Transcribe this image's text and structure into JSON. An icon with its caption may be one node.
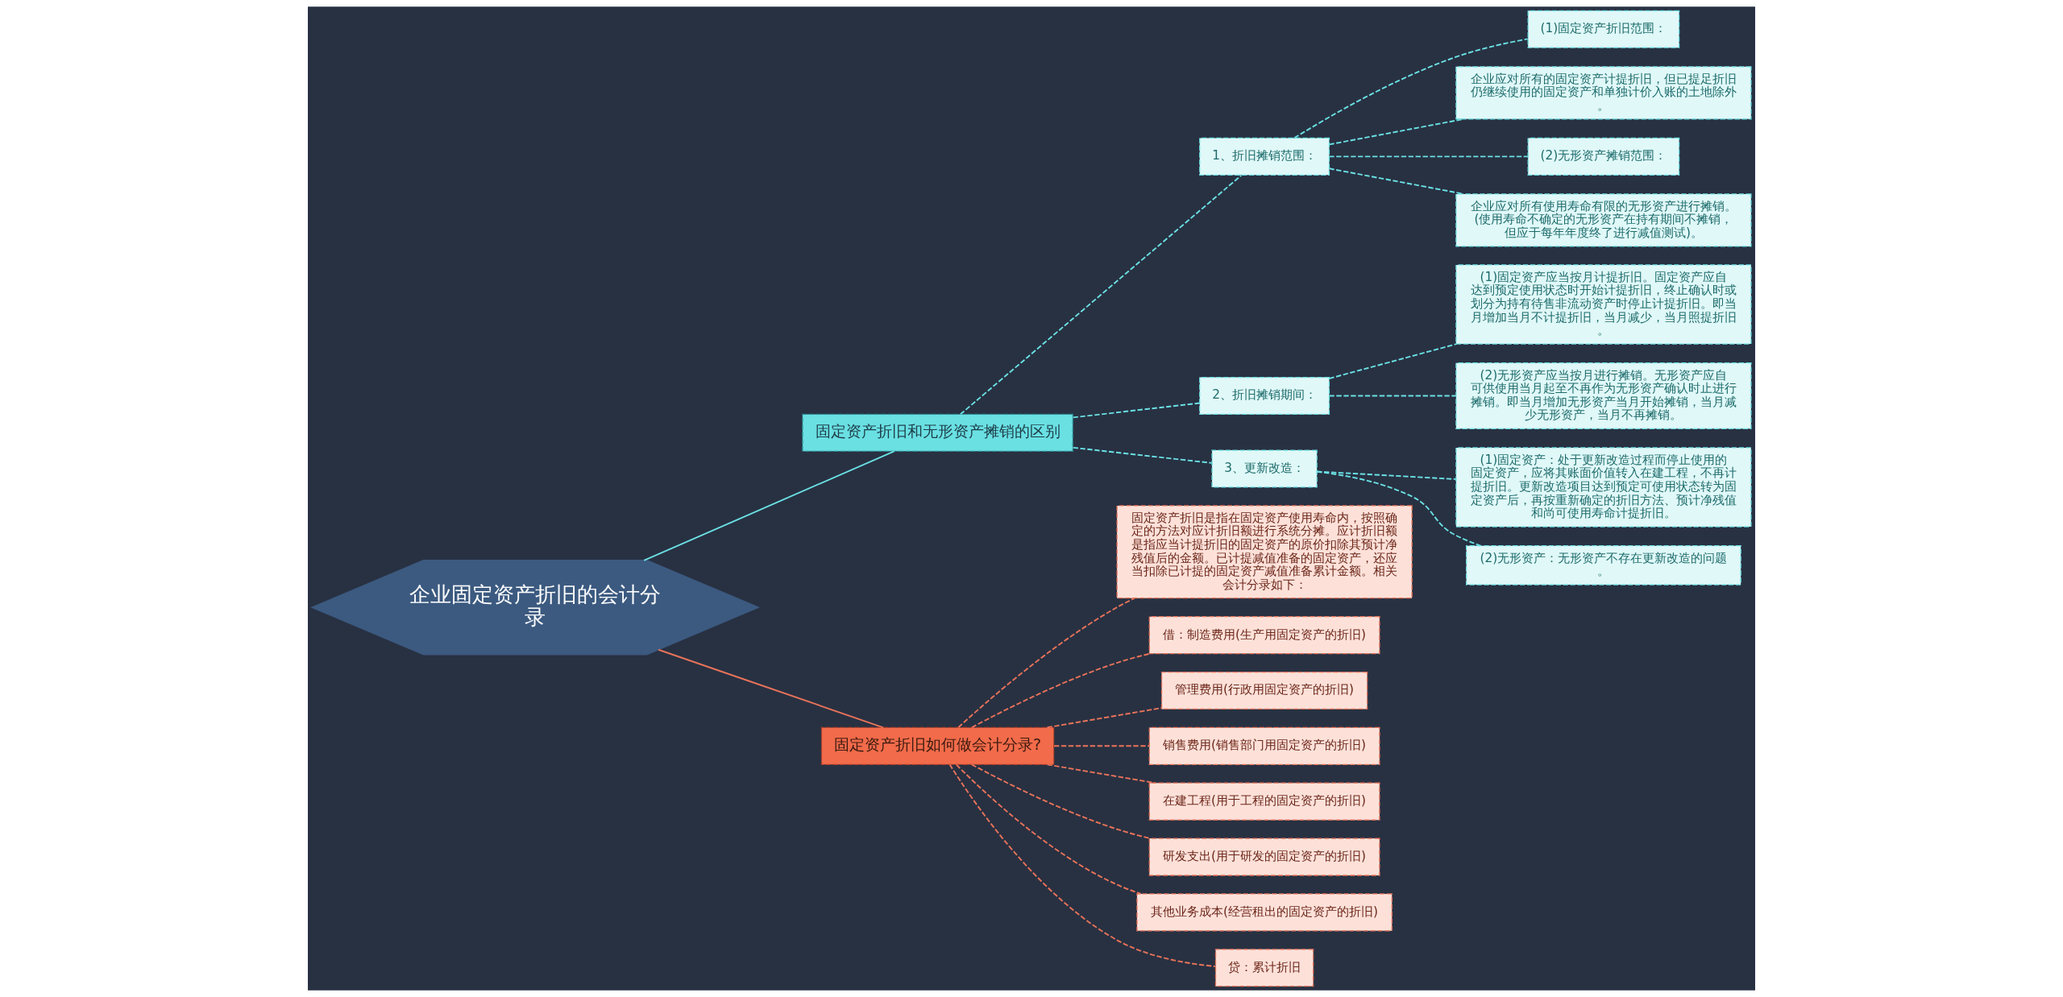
{
  "diagram": {
    "nodes": [
      {
        "text": [
          "企业固定资产折旧的会计分录"
        ]
      },
      {
        "text": [
          "固定资产折旧和无形资产摊销的区别"
        ]
      },
      {
        "text": [
          "1、折旧摊销范围："
        ]
      },
      {
        "text": [
          "(1)固定资产折旧范围："
        ]
      },
      {
        "text": [
          "企业应对所有的固定资产计提折旧，但已提足折旧仍继续使用的固定资产和单独计价入账的土地除外。"
        ]
      },
      {
        "text": [
          "(2)无形资产摊销范围："
        ]
      },
      {
        "text": [
          "企业应对所有使用寿命有限的无形资产进行摊销。(使用寿命不确定的无形资产在持有期间不摊销，但应于每年年度终了进行减值测试)。"
        ]
      },
      {
        "text": [
          "2、折旧摊销期间："
        ]
      },
      {
        "text": [
          "(1)固定资产应当按月计提折旧。固定资产应自达到预定使用状态时开始计提折旧，终止确认时或划分为持有待售非流动资产时停止计提折旧。即当月增加当月不计提折旧，当月减少，当月照提折旧。"
        ]
      },
      {
        "text": [
          "(2)无形资产应当按月进行摊销。无形资产应自可供使用当月起至不再作为无形资产确认时止进行摊销。即当月增加无形资产当月开始摊销，当月减少无形资产，当月不再摊销。"
        ]
      },
      {
        "text": [
          "3、更新改造："
        ]
      },
      {
        "text": [
          "(1)固定资产：处于更新改造过程而停止使用的固定资产，应将其账面价值转入在建工程，不再计提折旧。更新改造项目达到预定可使用状态转为固定资产后，再按重新确定的折旧方法、预计净残值和尚可使用寿命计提折旧。"
        ]
      },
      {
        "text": [
          "(2)无形资产：无形资产不存在更新改造的问题。"
        ]
      },
      {
        "text": [
          "固定资产折旧如何做会计分录?"
        ]
      },
      {
        "text": [
          "固定资产折旧是指在固定资产使用寿命内，按照确定的方法对应计折旧额进行系统分摊。应计折旧额是指应当计提折旧的固定资产的原价扣除其预计净残值后的金额。已计提减值准备的固定资产，还应当扣除已计提的固定资产减值准备累计金额。相关会计分录如下："
        ]
      },
      {
        "text": [
          "借：制造费用(生产用固定资产的折旧)"
        ]
      },
      {
        "text": [
          "管理费用(行政用固定资产的折旧)"
        ]
      },
      {
        "text": [
          "销售费用(销售部门用固定资产的折旧)"
        ]
      },
      {
        "text": [
          "在建工程(用于工程的固定资产的折旧)"
        ]
      },
      {
        "text": [
          "研发支出(用于研发的固定资产的折旧)"
        ]
      },
      {
        "text": [
          "其他业务成本(经营租出的固定资产的折旧)"
        ]
      },
      {
        "text": [
          "贷：累计折旧"
        ]
      }
    ],
    "edges": [
      {
        "from": 0,
        "to": 1,
        "arrow": "none",
        "color": "#6ae0e3"
      },
      {
        "from": 1,
        "to": 2,
        "arrow": "none",
        "style": "dashed",
        "color": "#6ae0e3"
      },
      {
        "from": 2,
        "to": 3,
        "arrow": "none",
        "style": "dashed",
        "color": "#6ae0e3"
      },
      {
        "from": 2,
        "to": 4,
        "arrow": "none",
        "style": "dashed",
        "color": "#6ae0e3"
      },
      {
        "from": 2,
        "to": 5,
        "arrow": "none",
        "style": "dashed",
        "color": "#6ae0e3"
      },
      {
        "from": 2,
        "to": 6,
        "arrow": "none",
        "style": "dashed",
        "color": "#6ae0e3"
      },
      {
        "from": 1,
        "to": 7,
        "arrow": "none",
        "style": "dashed",
        "color": "#6ae0e3"
      },
      {
        "from": 7,
        "to": 8,
        "arrow": "none",
        "style": "dashed",
        "color": "#6ae0e3"
      },
      {
        "from": 7,
        "to": 9,
        "arrow": "none",
        "style": "dashed",
        "color": "#6ae0e3"
      },
      {
        "from": 1,
        "to": 10,
        "arrow": "none",
        "style": "dashed",
        "color": "#6ae0e3"
      },
      {
        "from": 10,
        "to": 11,
        "arrow": "none",
        "style": "dashed",
        "color": "#6ae0e3"
      },
      {
        "from": 10,
        "to": 12,
        "arrow": "none",
        "style": "dashed",
        "color": "#6ae0e3"
      },
      {
        "from": 0,
        "to": 13,
        "arrow": "none",
        "color": "#e8735a"
      },
      {
        "from": 13,
        "to": 14,
        "arrow": "none",
        "style": "dashed",
        "color": "#e8735a"
      },
      {
        "from": 13,
        "to": 15,
        "arrow": "none",
        "style": "dashed",
        "color": "#e8735a"
      },
      {
        "from": 13,
        "to": 16,
        "arrow": "none",
        "style": "dashed",
        "color": "#e8735a"
      },
      {
        "from": 13,
        "to": 17,
        "arrow": "none",
        "style": "dashed",
        "color": "#e8735a"
      },
      {
        "from": 13,
        "to": 18,
        "arrow": "none",
        "style": "dashed",
        "color": "#e8735a"
      },
      {
        "from": 13,
        "to": 19,
        "arrow": "none",
        "style": "dashed",
        "color": "#e8735a"
      },
      {
        "from": 13,
        "to": 20,
        "arrow": "none",
        "style": "dashed",
        "color": "#e8735a"
      },
      {
        "from": 13,
        "to": 21,
        "arrow": "none",
        "style": "dashed",
        "color": "#e8735a"
      }
    ]
  }
}
